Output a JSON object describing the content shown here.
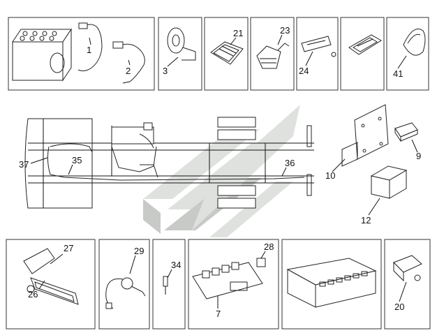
{
  "colors": {
    "line": "#222222",
    "box": "#333333",
    "watermark": "#c6cac6",
    "watermark_dark": "#9aa09a"
  },
  "watermark": {
    "icon": "stylized-chevron-logo"
  },
  "callouts": {
    "c1": "1",
    "c2": "2",
    "c3": "3",
    "c21": "21",
    "c23": "23",
    "c24": "24",
    "c41": "41",
    "c37": "37",
    "c35": "35",
    "c36": "36",
    "c10": "10",
    "c9": "9",
    "c12": "12",
    "c27": "27",
    "c26": "26",
    "c29": "29",
    "c34": "34",
    "c28": "28",
    "c7": "7",
    "c20": "20"
  }
}
